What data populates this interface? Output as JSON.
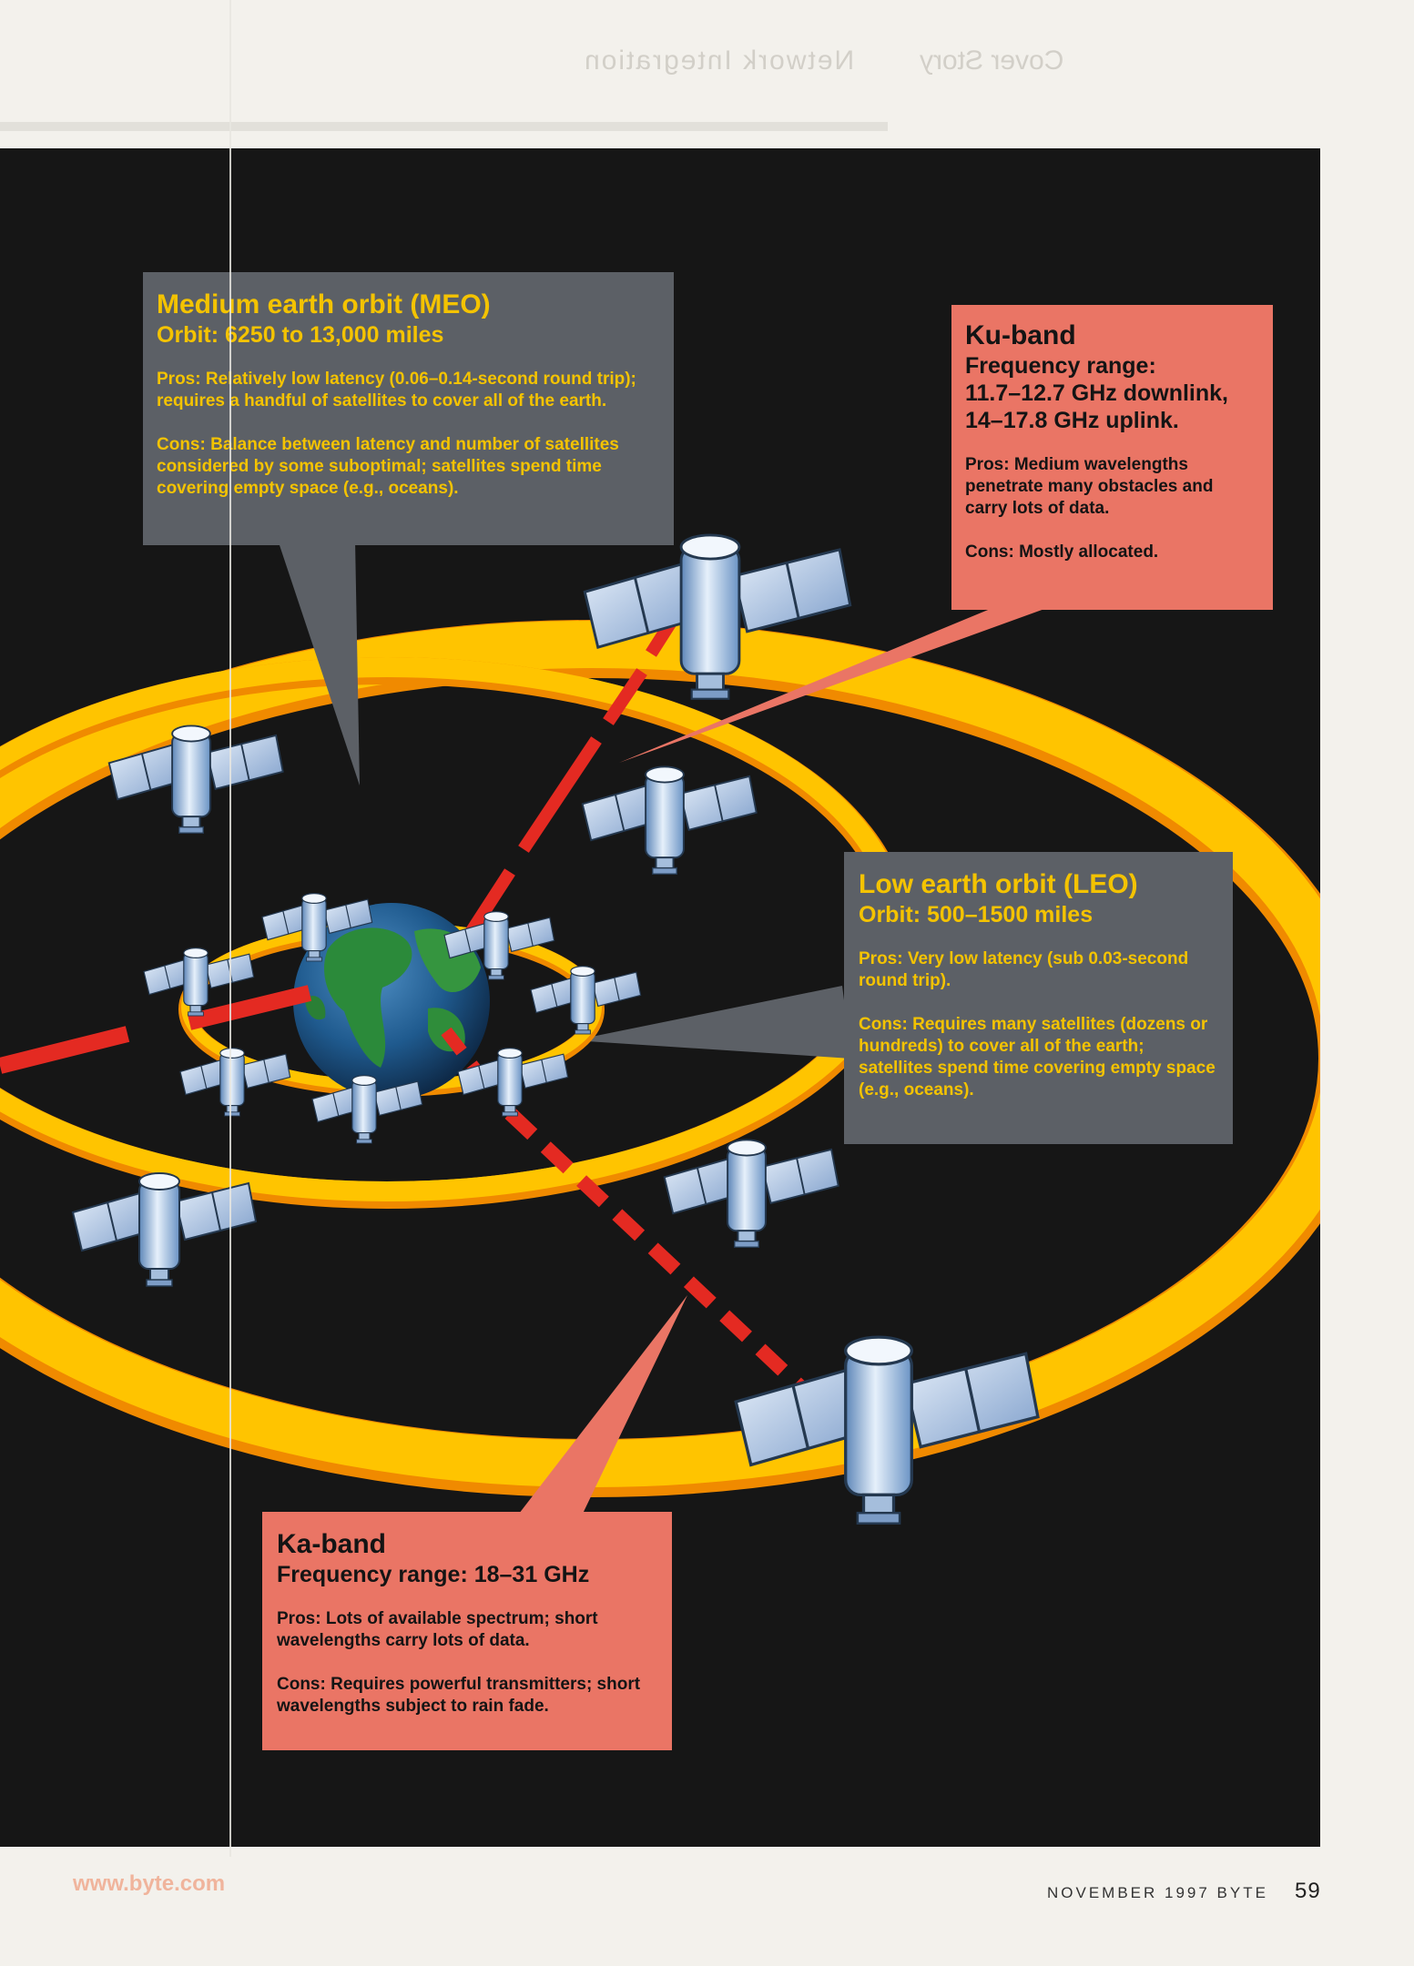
{
  "header": {
    "ghost_left": "Network Integration",
    "ghost_right": "Cover Story"
  },
  "meo": {
    "title": "Medium earth orbit (MEO)",
    "orbit": "Orbit: 6250 to 13,000 miles",
    "pros": "Pros: Relatively low latency (0.06–0.14-second round trip); requires a handful of satellites to cover all of the earth.",
    "cons": "Cons: Balance between latency and number of satellites considered by some suboptimal; satellites spend time covering empty space (e.g., oceans)."
  },
  "ku": {
    "title": "Ku-band",
    "range_label": "Frequency range:",
    "range_line1": "11.7–12.7 GHz downlink,",
    "range_line2": "14–17.8 GHz uplink.",
    "pros": "Pros: Medium wavelengths penetrate many obstacles and carry lots of data.",
    "cons": "Cons: Mostly allocated."
  },
  "leo": {
    "title": "Low earth orbit (LEO)",
    "orbit": "Orbit: 500–1500 miles",
    "pros": "Pros: Very low latency (sub 0.03-second round trip).",
    "cons": "Cons: Requires many satellites (dozens or hundreds) to cover all of the earth; satellites spend time covering empty space (e.g., oceans)."
  },
  "ka": {
    "title": "Ka-band",
    "range": "Frequency range: 18–31 GHz",
    "pros": "Pros: Lots of available spectrum; short wavelengths carry lots of data.",
    "cons": "Cons: Requires powerful transmitters; short wavelengths subject to rain fade."
  },
  "footer": {
    "url": "www.byte.com",
    "issue": "NOVEMBER 1997 BYTE",
    "page": "59"
  },
  "colors": {
    "background": "#161616",
    "orbit_yellow": "#ffc400",
    "orbit_orange": "#f08a00",
    "box_grey": "#5c6066",
    "box_salmon": "#ea7565",
    "beam_red": "#e42a22",
    "label_yellow": "#f4c300"
  }
}
